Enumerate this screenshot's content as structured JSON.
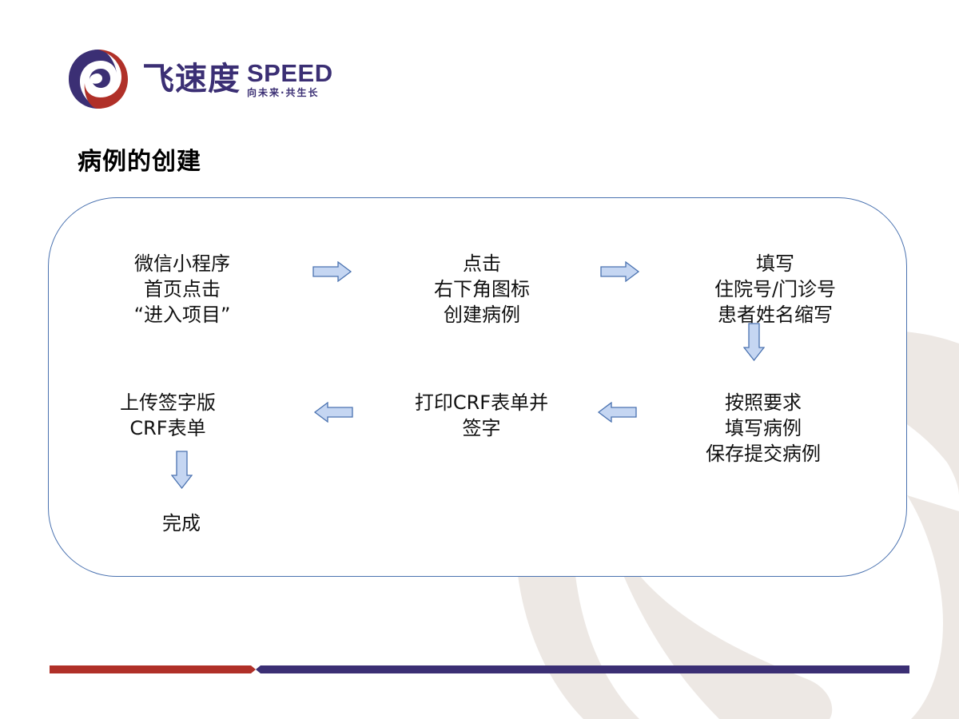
{
  "brand": {
    "name_cn": "飞速度",
    "name_en": "SPEED",
    "slogan": "向未来·共生长",
    "colors": {
      "primary_purple": "#3b2f74",
      "accent_red": "#b03028",
      "watermark": "#ede8e4"
    }
  },
  "page": {
    "title": "病例的创建"
  },
  "flow": {
    "border_color": "#4a72b0",
    "arrow_fill": "#c5d6f2",
    "arrow_stroke": "#4a72b0",
    "steps": [
      {
        "id": 1,
        "lines": [
          "微信小程序",
          "首页点击",
          "“进入项目”"
        ]
      },
      {
        "id": 2,
        "lines": [
          "点击",
          "右下角图标",
          "创建病例"
        ]
      },
      {
        "id": 3,
        "lines": [
          "填写",
          "住院号/门诊号",
          "患者姓名缩写"
        ]
      },
      {
        "id": 4,
        "lines": [
          "按照要求",
          "填写病例",
          "保存提交病例"
        ]
      },
      {
        "id": 5,
        "lines": [
          "打印CRF表单并",
          "签字"
        ]
      },
      {
        "id": 6,
        "lines": [
          "上传签字版",
          "CRF表单"
        ]
      },
      {
        "id": 7,
        "lines": [
          "完成"
        ]
      }
    ],
    "connections": [
      {
        "from": 1,
        "to": 2,
        "direction": "right"
      },
      {
        "from": 2,
        "to": 3,
        "direction": "right"
      },
      {
        "from": 3,
        "to": 4,
        "direction": "down"
      },
      {
        "from": 4,
        "to": 5,
        "direction": "left"
      },
      {
        "from": 5,
        "to": 6,
        "direction": "left"
      },
      {
        "from": 6,
        "to": 7,
        "direction": "down"
      }
    ]
  }
}
